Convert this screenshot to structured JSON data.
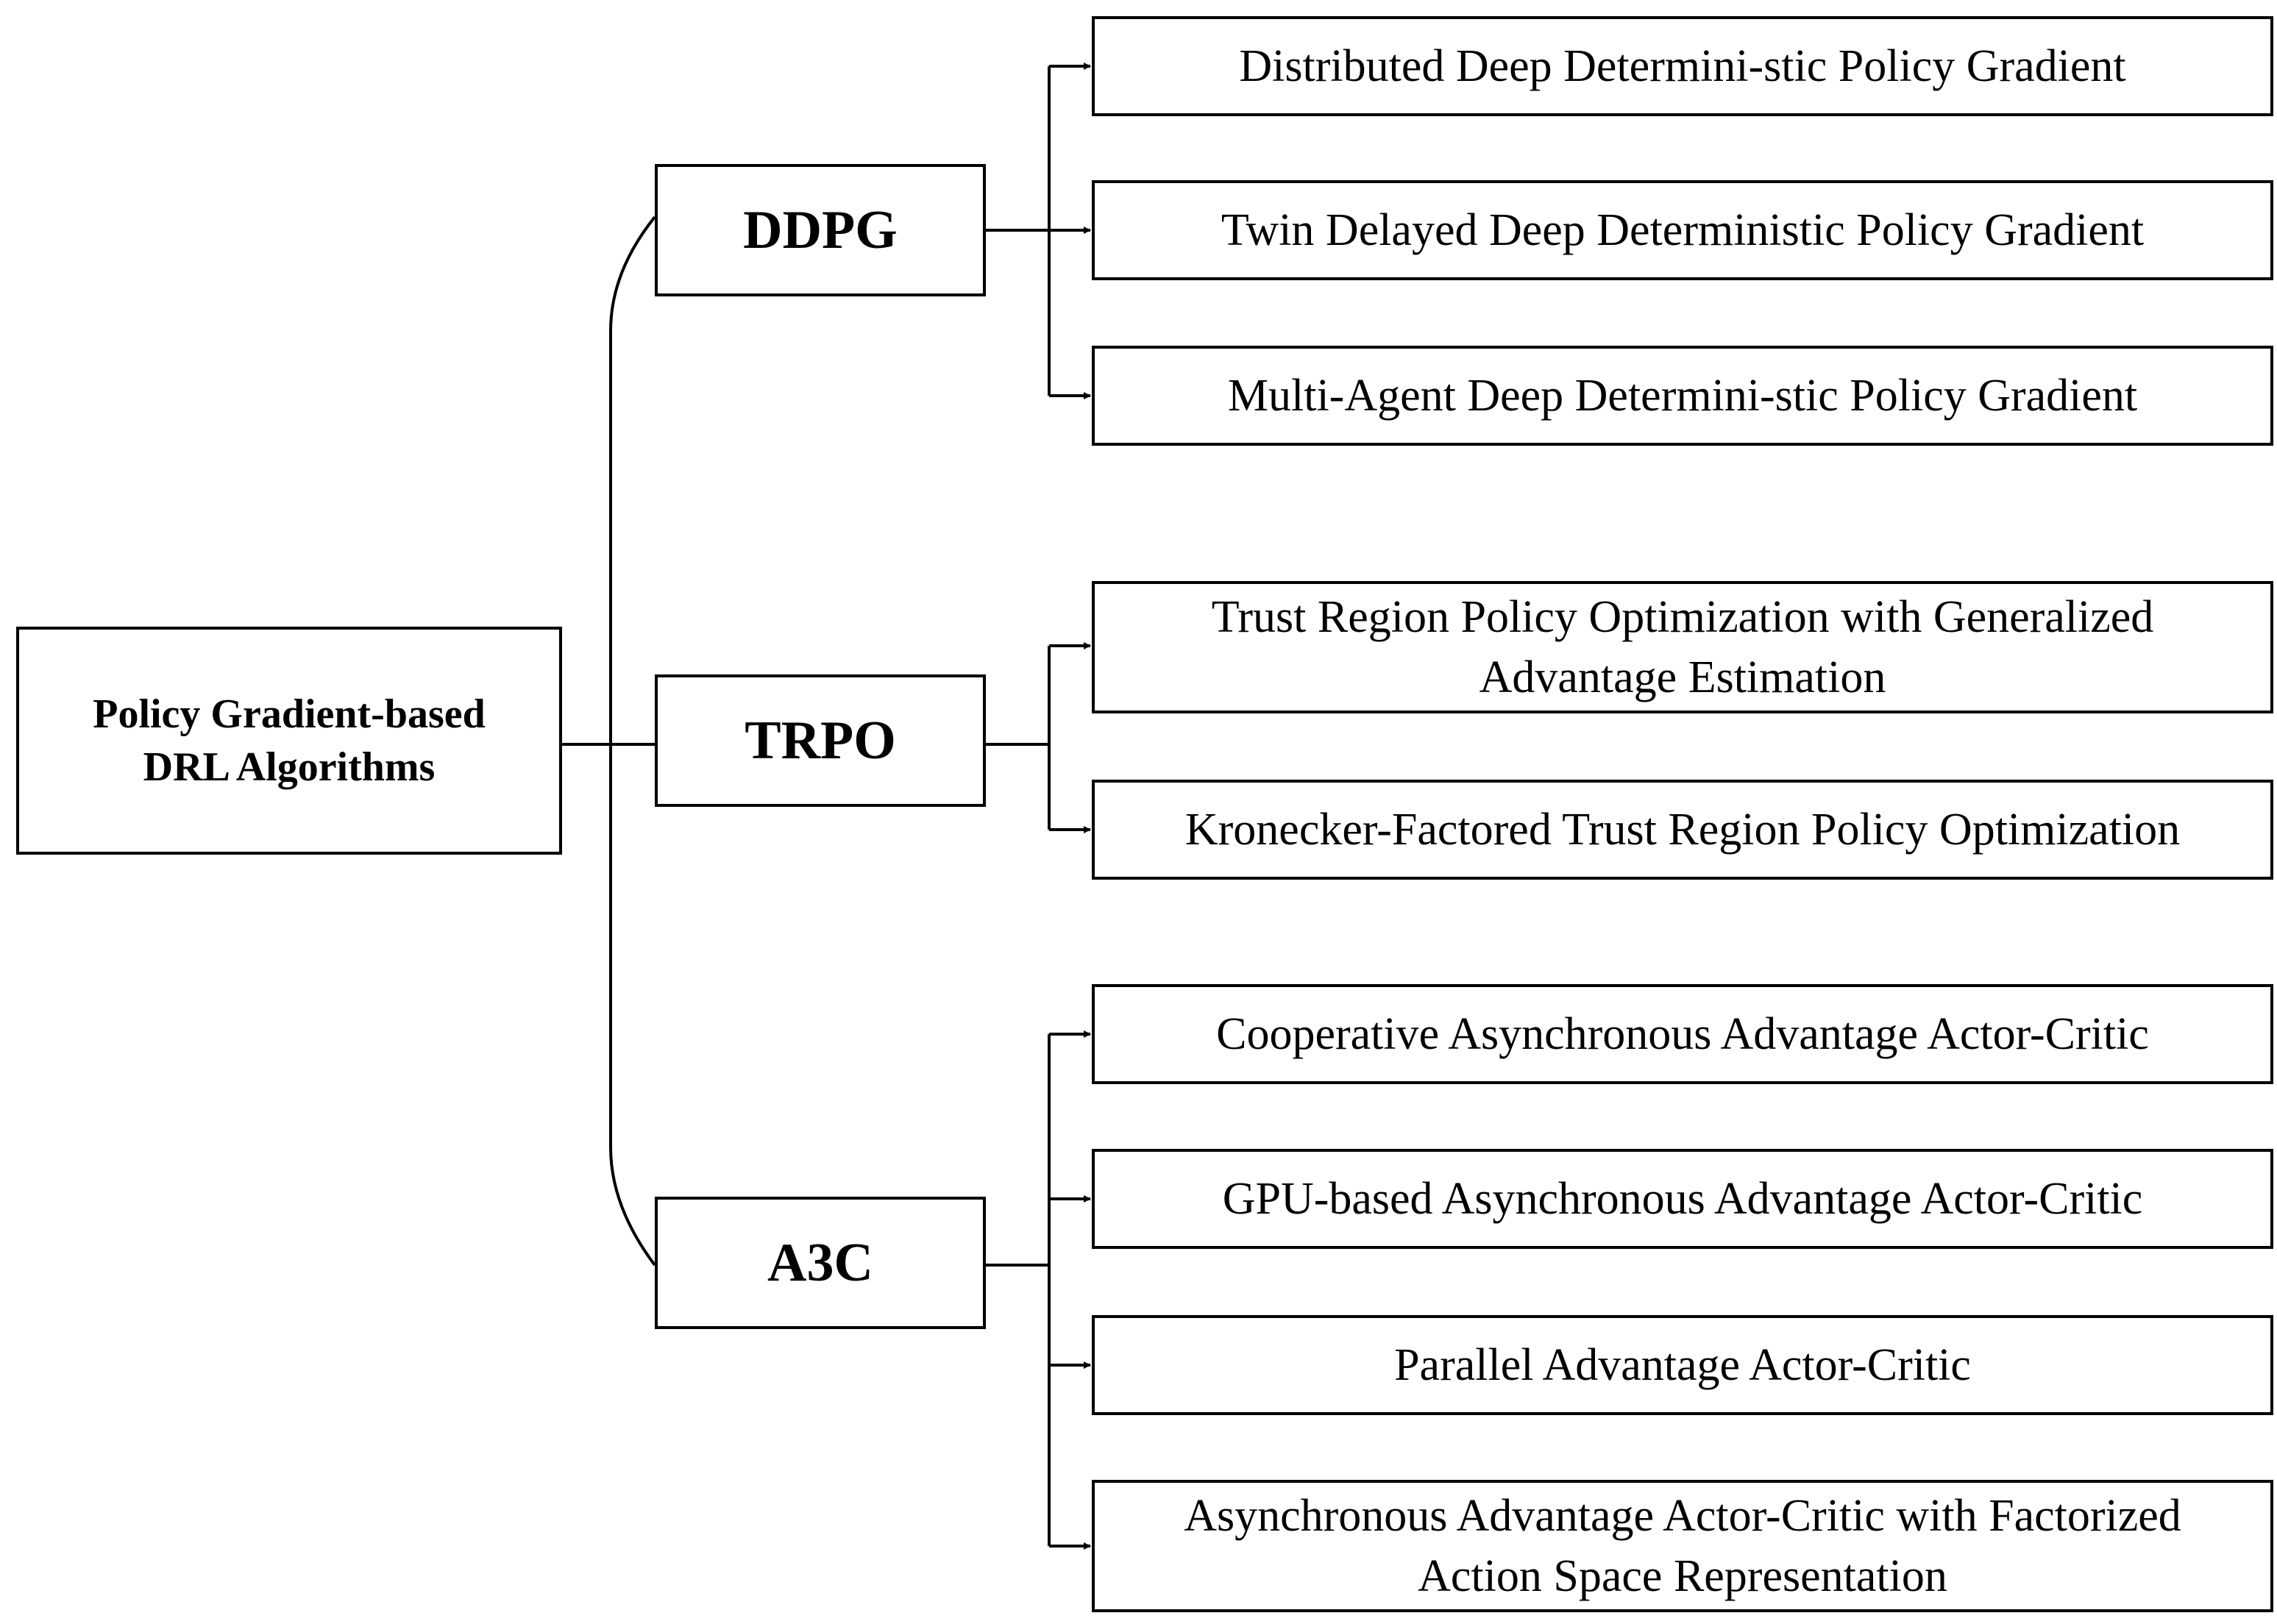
{
  "root": {
    "lines": [
      "Policy Gradient-based",
      "DRL Algorithms"
    ]
  },
  "branches": [
    {
      "label": "DDPG",
      "children": [
        {
          "lines": [
            "Distributed Deep Determini-stic Policy Gradient"
          ]
        },
        {
          "lines": [
            "Twin Delayed Deep Deterministic Policy Gradient"
          ]
        },
        {
          "lines": [
            "Multi-Agent Deep Determini-stic Policy Gradient"
          ]
        }
      ]
    },
    {
      "label": "TRPO",
      "children": [
        {
          "lines": [
            "Trust Region Policy Optimization with Generalized",
            "Advantage Estimation"
          ]
        },
        {
          "lines": [
            "Kronecker-Factored Trust Region Policy Optimization"
          ]
        }
      ]
    },
    {
      "label": "A3C",
      "children": [
        {
          "lines": [
            "Cooperative Asynchronous Advantage Actor-Critic"
          ]
        },
        {
          "lines": [
            "GPU-based Asynchronous Advantage Actor-Critic"
          ]
        },
        {
          "lines": [
            "Parallel Advantage Actor-Critic"
          ]
        },
        {
          "lines": [
            "Asynchronous Advantage Actor-Critic with Factorized",
            "Action Space Representation"
          ]
        }
      ]
    }
  ]
}
